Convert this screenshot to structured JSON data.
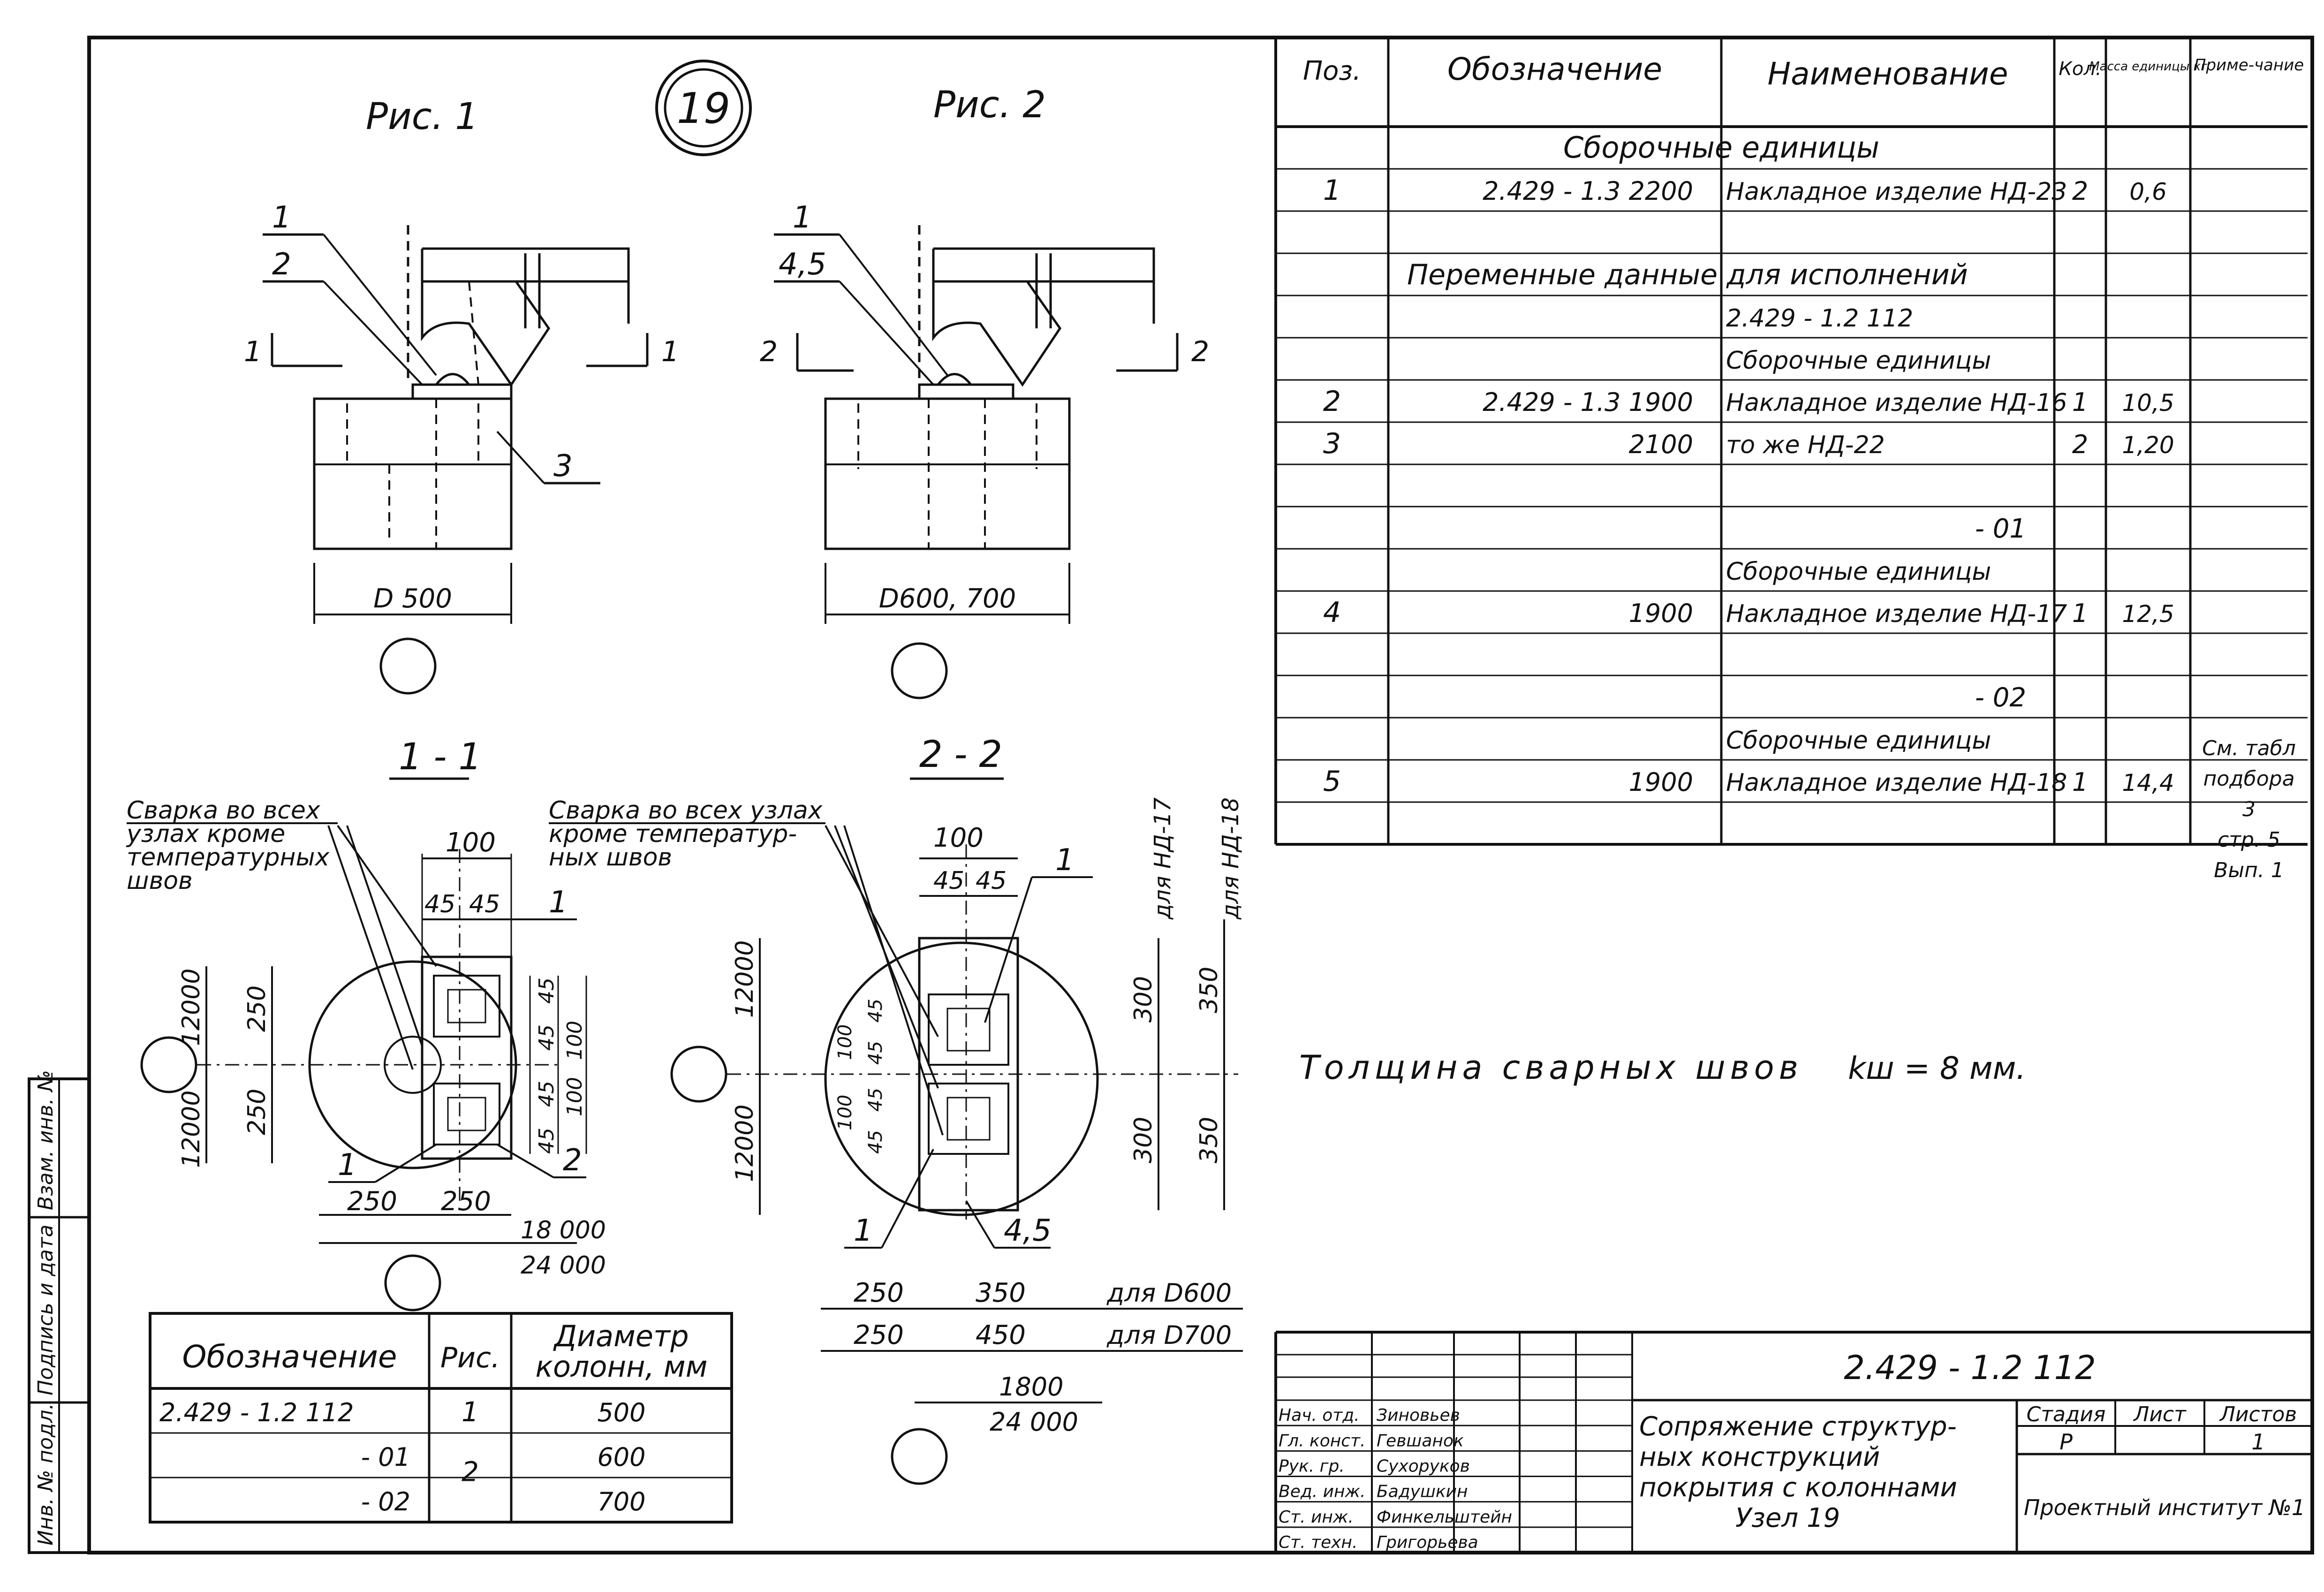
{
  "sheet_number": "19",
  "figures": {
    "fig1": {
      "title": "Рис. 1",
      "diam": "D 500",
      "section": "1"
    },
    "fig2": {
      "title": "Рис. 2",
      "diam": "D600, 700",
      "section": "2"
    }
  },
  "callouts_fig1": [
    "1",
    "2",
    "3"
  ],
  "callouts_fig2": [
    "1",
    "4,5"
  ],
  "sec11": {
    "title": "1 - 1",
    "note": [
      "Сварка во всех",
      "узлах кроме",
      "температурных",
      "швов"
    ],
    "dims": {
      "top": "100",
      "a": "45",
      "b": "45",
      "left1": "12000",
      "left2": "12000",
      "r1": "250",
      "r2": "250",
      "bot1": "250",
      "bot2": "250",
      "tot1": "18 000",
      "tot2": "24 000",
      "s45a": "45",
      "s45b": "45",
      "s45c": "45",
      "s45d": "45",
      "s100a": "100",
      "s100b": "100"
    },
    "callouts": [
      "1",
      "2",
      "1"
    ]
  },
  "sec22": {
    "title": "2 - 2",
    "note": [
      "Сварка во всех узлах",
      "кроме температур-",
      "ных швов"
    ],
    "dims": {
      "top": "100",
      "a": "45",
      "b": "45",
      "left1": "12000",
      "left2": "12000",
      "r300a": "300",
      "r300b": "300",
      "r350a": "350",
      "r350b": "350",
      "nd17": "для НД-17",
      "nd18": "для НД-18",
      "b250a": "250",
      "b350": "350",
      "forD600": "для D600",
      "b250b": "250",
      "b450": "450",
      "forD700": "для D700",
      "t1800": "1800",
      "t24000": "24 000",
      "s100a": "100",
      "s100b": "100",
      "s45a": "45",
      "s45b": "45",
      "s45c": "45",
      "s45d": "45"
    },
    "callouts": [
      "1",
      "1",
      "4,5"
    ]
  },
  "weld_note": "Толщина сварных швов",
  "weld_value": "kш = 8 мм.",
  "spec": {
    "headers": [
      "Поз.",
      "Обозначение",
      "Наименование",
      "Кол.",
      "Масса единицы кг",
      "Приме-чание"
    ],
    "rows": [
      {
        "pos": "",
        "desig": "",
        "name": "Сборочные единицы",
        "qty": "",
        "mass": "",
        "note": "",
        "center": true
      },
      {
        "pos": "1",
        "desig": "2.429 - 1.3  2200",
        "name": "Накладное изделие НД-23",
        "qty": "2",
        "mass": "0,6",
        "note": ""
      },
      {
        "pos": "",
        "desig": "",
        "name": "",
        "qty": "",
        "mass": "",
        "note": ""
      },
      {
        "pos": "",
        "desig": "",
        "name": "Переменные данные для исполнений",
        "qty": "",
        "mass": "",
        "note": "",
        "span": true
      },
      {
        "pos": "",
        "desig": "",
        "name": "2.429 - 1.2  112",
        "qty": "",
        "mass": "",
        "note": ""
      },
      {
        "pos": "",
        "desig": "",
        "name": "Сборочные единицы",
        "qty": "",
        "mass": "",
        "note": ""
      },
      {
        "pos": "2",
        "desig": "2.429 - 1.3  1900",
        "name": "Накладное изделие НД-16",
        "qty": "1",
        "mass": "10,5",
        "note": ""
      },
      {
        "pos": "3",
        "desig": "2100",
        "name": "то же          НД-22",
        "qty": "2",
        "mass": "1,20",
        "note": ""
      },
      {
        "pos": "",
        "desig": "",
        "name": "",
        "qty": "",
        "mass": "",
        "note": ""
      },
      {
        "pos": "",
        "desig": "",
        "name": "- 01",
        "qty": "",
        "mass": "",
        "note": "",
        "right": true
      },
      {
        "pos": "",
        "desig": "",
        "name": "Сборочные единицы",
        "qty": "",
        "mass": "",
        "note": ""
      },
      {
        "pos": "4",
        "desig": "1900",
        "name": "Накладное изделие НД-17",
        "qty": "1",
        "mass": "12,5",
        "note": ""
      },
      {
        "pos": "",
        "desig": "",
        "name": "",
        "qty": "",
        "mass": "",
        "note": ""
      },
      {
        "pos": "",
        "desig": "",
        "name": "- 02",
        "qty": "",
        "mass": "",
        "note": "",
        "right": true
      },
      {
        "pos": "",
        "desig": "",
        "name": "Сборочные единицы",
        "qty": "",
        "mass": "",
        "note": ""
      },
      {
        "pos": "5",
        "desig": "1900",
        "name": "Накладное изделие НД-18",
        "qty": "1",
        "mass": "14,4",
        "note": ""
      },
      {
        "pos": "",
        "desig": "",
        "name": "",
        "qty": "",
        "mass": "",
        "note": ""
      }
    ],
    "side_note": [
      "См. табл",
      "подбора",
      "3",
      "стр. 5",
      "Вып. 1"
    ]
  },
  "variants": {
    "headers": [
      "Обозначение",
      "Рис.",
      "Диаметр колонн, мм"
    ],
    "rows": [
      {
        "desig": "2.429 - 1.2  112",
        "fig": "1",
        "diam": "500"
      },
      {
        "desig": "- 01",
        "fig": "2",
        "diam": "600"
      },
      {
        "desig": "- 02",
        "fig": "",
        "diam": "700"
      }
    ]
  },
  "side_strip": [
    "Взам. инв. №",
    "Подпись и дата",
    "Инв. № подл."
  ],
  "title_block": {
    "code": "2.429 - 1.2  112",
    "title": [
      "Сопряжение структур-",
      "ных конструкций",
      "покрытия с колоннами",
      "Узел 19"
    ],
    "stage_label": "Стадия",
    "sheet_label": "Лист",
    "sheets_label": "Листов",
    "stage": "Р",
    "sheet": "",
    "sheets": "1",
    "org": "Проектный институт №1",
    "people": [
      {
        "role": "Нач. отд.",
        "name": "Зиновьев"
      },
      {
        "role": "Гл. конст.",
        "name": "Гевшанок"
      },
      {
        "role": "Рук. гр.",
        "name": "Сухоруков"
      },
      {
        "role": "Вед. инж.",
        "name": "Бадушкин"
      },
      {
        "role": "Ст. инж.",
        "name": "Финкельштейн"
      },
      {
        "role": "Ст. техн.",
        "name": "Григорьева"
      }
    ]
  }
}
